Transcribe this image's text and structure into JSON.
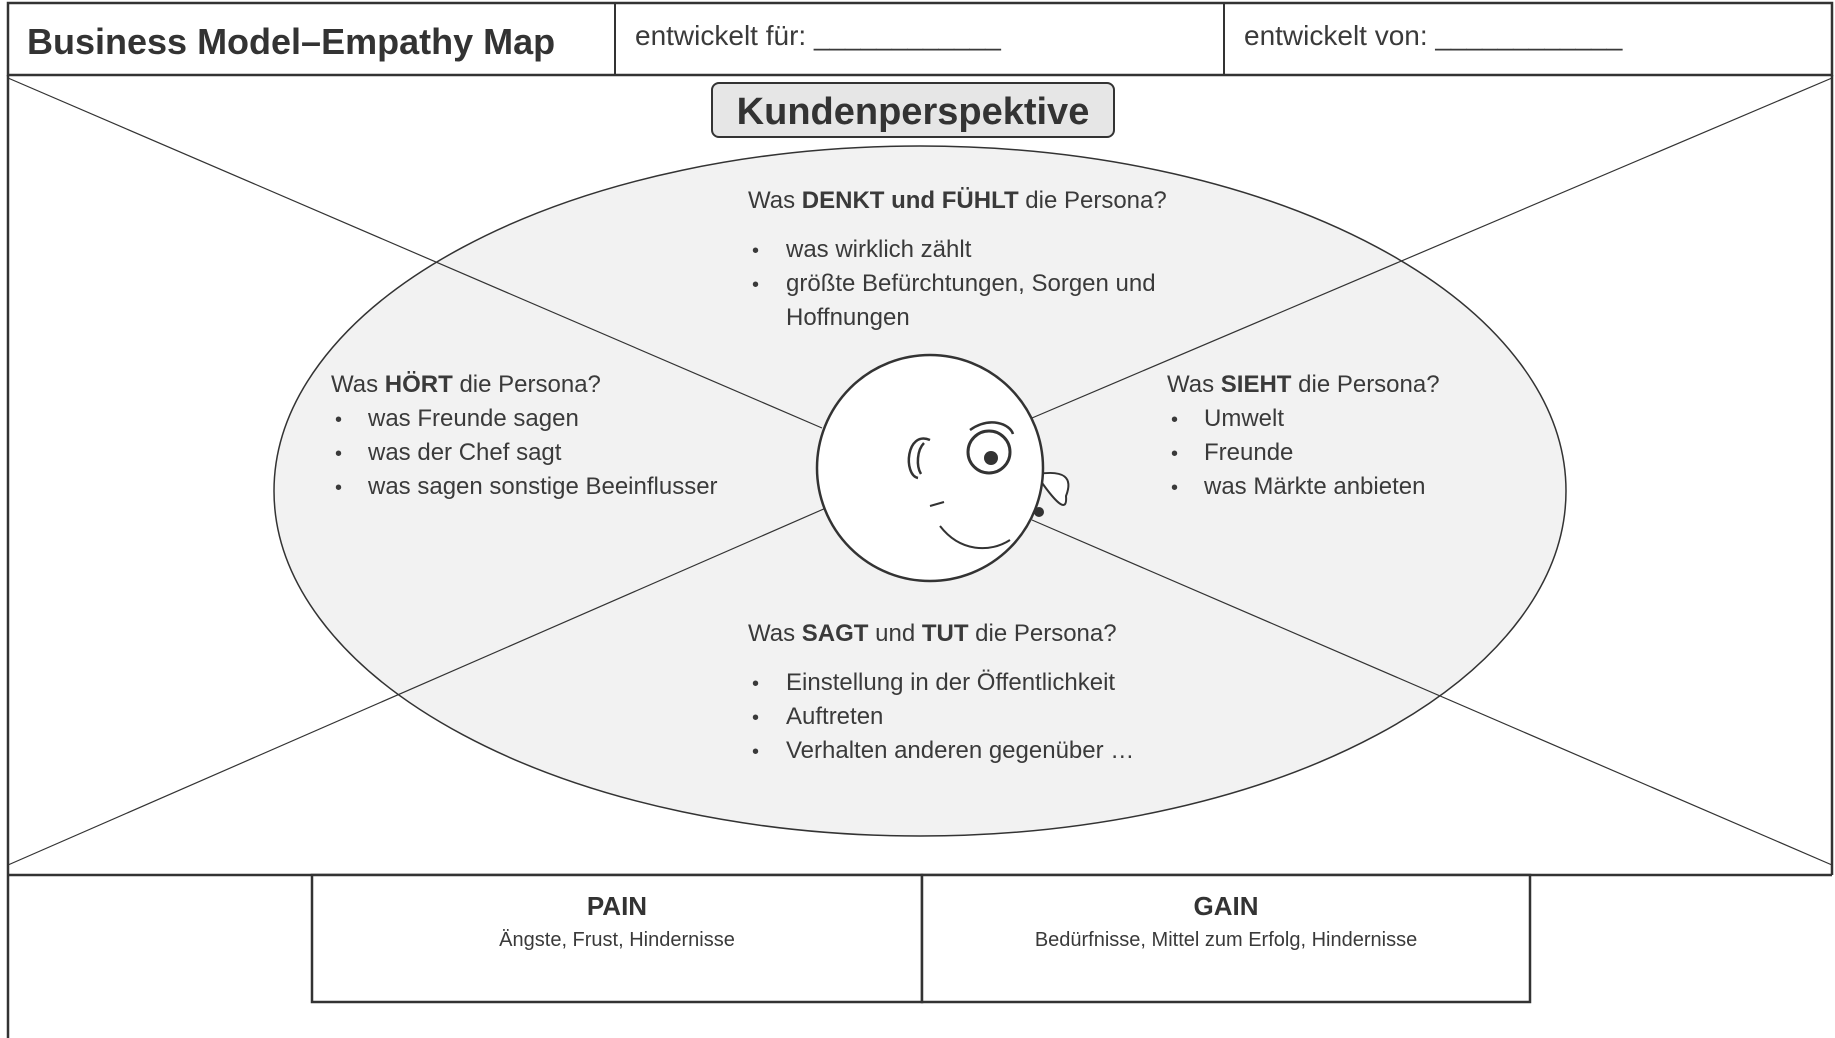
{
  "header": {
    "title": "Business Model–Empathy Map",
    "developed_for": "entwickelt für: ____________",
    "developed_by": "entwickelt von: ____________"
  },
  "perspective_label": "Kundenperspektive",
  "quadrants": {
    "think_feel": {
      "heading": [
        {
          "text": "Was ",
          "bold": false
        },
        {
          "text": "DENKT und FÜHLT",
          "bold": true
        },
        {
          "text": " die Persona?",
          "bold": false
        }
      ],
      "items": [
        "was wirklich zählt",
        "größte Befürchtungen, Sorgen und",
        "Hoffnungen"
      ]
    },
    "hear": {
      "heading": [
        {
          "text": "Was ",
          "bold": false
        },
        {
          "text": "HÖRT",
          "bold": true
        },
        {
          "text": " die Persona?",
          "bold": false
        }
      ],
      "items": [
        "was Freunde sagen",
        "was der Chef sagt",
        "was sagen sonstige Beeinflusser"
      ]
    },
    "see": {
      "heading": [
        {
          "text": "Was ",
          "bold": false
        },
        {
          "text": "SIEHT",
          "bold": true
        },
        {
          "text": " die Persona?",
          "bold": false
        }
      ],
      "items": [
        "Umwelt",
        "Freunde",
        "was Märkte anbieten"
      ]
    },
    "say_do": {
      "heading": [
        {
          "text": "Was ",
          "bold": false
        },
        {
          "text": "SAGT",
          "bold": true
        },
        {
          "text": " und ",
          "bold": false
        },
        {
          "text": "TUT",
          "bold": true
        },
        {
          "text": " die Persona?",
          "bold": false
        }
      ],
      "items": [
        "Einstellung in der Öffentlichkeit",
        "Auftreten",
        "Verhalten anderen gegenüber …"
      ]
    }
  },
  "pain": {
    "title": "PAIN",
    "subtitle": "Ängste, Frust, Hindernisse"
  },
  "gain": {
    "title": "GAIN",
    "subtitle": "Bedürfnisse, Mittel zum Erfolg, Hindernisse"
  },
  "colors": {
    "ellipse_fill": "#f2f2f2",
    "label_fill": "#e6e6e6",
    "stroke": "#333333",
    "text": "#3a3a3a"
  }
}
